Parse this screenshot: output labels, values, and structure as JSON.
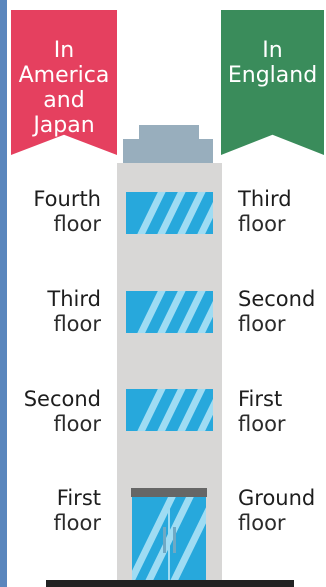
{
  "banners": {
    "left": {
      "lines": [
        "In",
        "America",
        "and",
        "Japan"
      ],
      "color": "#e5405f"
    },
    "right": {
      "lines": [
        "In",
        "England"
      ],
      "color": "#3a8c5b"
    }
  },
  "floors": [
    {
      "left": [
        "Fourth",
        "floor"
      ],
      "right": [
        "Third",
        "floor"
      ]
    },
    {
      "left": [
        "Third",
        "floor"
      ],
      "right": [
        "Second",
        "floor"
      ]
    },
    {
      "left": [
        "Second",
        "floor"
      ],
      "right": [
        "First",
        "floor"
      ]
    },
    {
      "left": [
        "First",
        "floor"
      ],
      "right": [
        "Ground",
        "floor"
      ]
    }
  ],
  "colors": {
    "building": "#d8d7d6",
    "roof": "#98aebd",
    "glass": "#27a8dc",
    "glass_highlight": "#9fdcf3",
    "ground": "#222222"
  }
}
